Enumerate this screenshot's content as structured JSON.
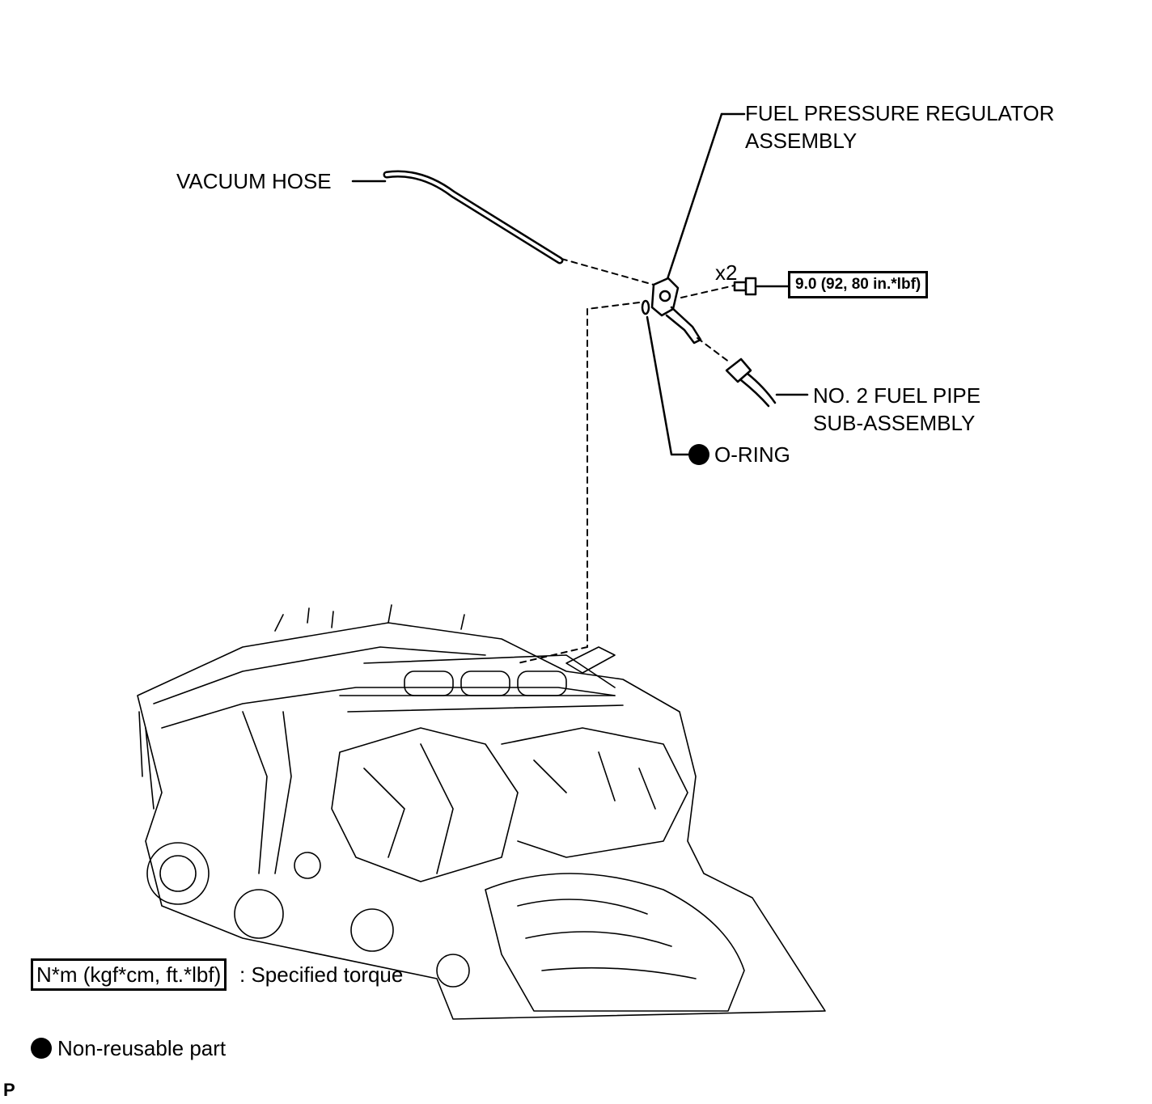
{
  "labels": {
    "regulator": [
      "FUEL PRESSURE REGULATOR",
      "ASSEMBLY"
    ],
    "vacuum_hose": "VACUUM HOSE",
    "fuel_pipe": [
      "NO. 2 FUEL PIPE",
      "SUB-ASSEMBLY"
    ],
    "o_ring": "O-RING",
    "bolt_qty": "x2",
    "torque_value": "9.0 (92, 80 in.*lbf)"
  },
  "legend": {
    "torque_unit": "N*m (kgf*cm, ft.*lbf)",
    "torque_desc": ": Specified torque",
    "non_reusable": "Non-reusable part"
  },
  "corner_mark": "P"
}
